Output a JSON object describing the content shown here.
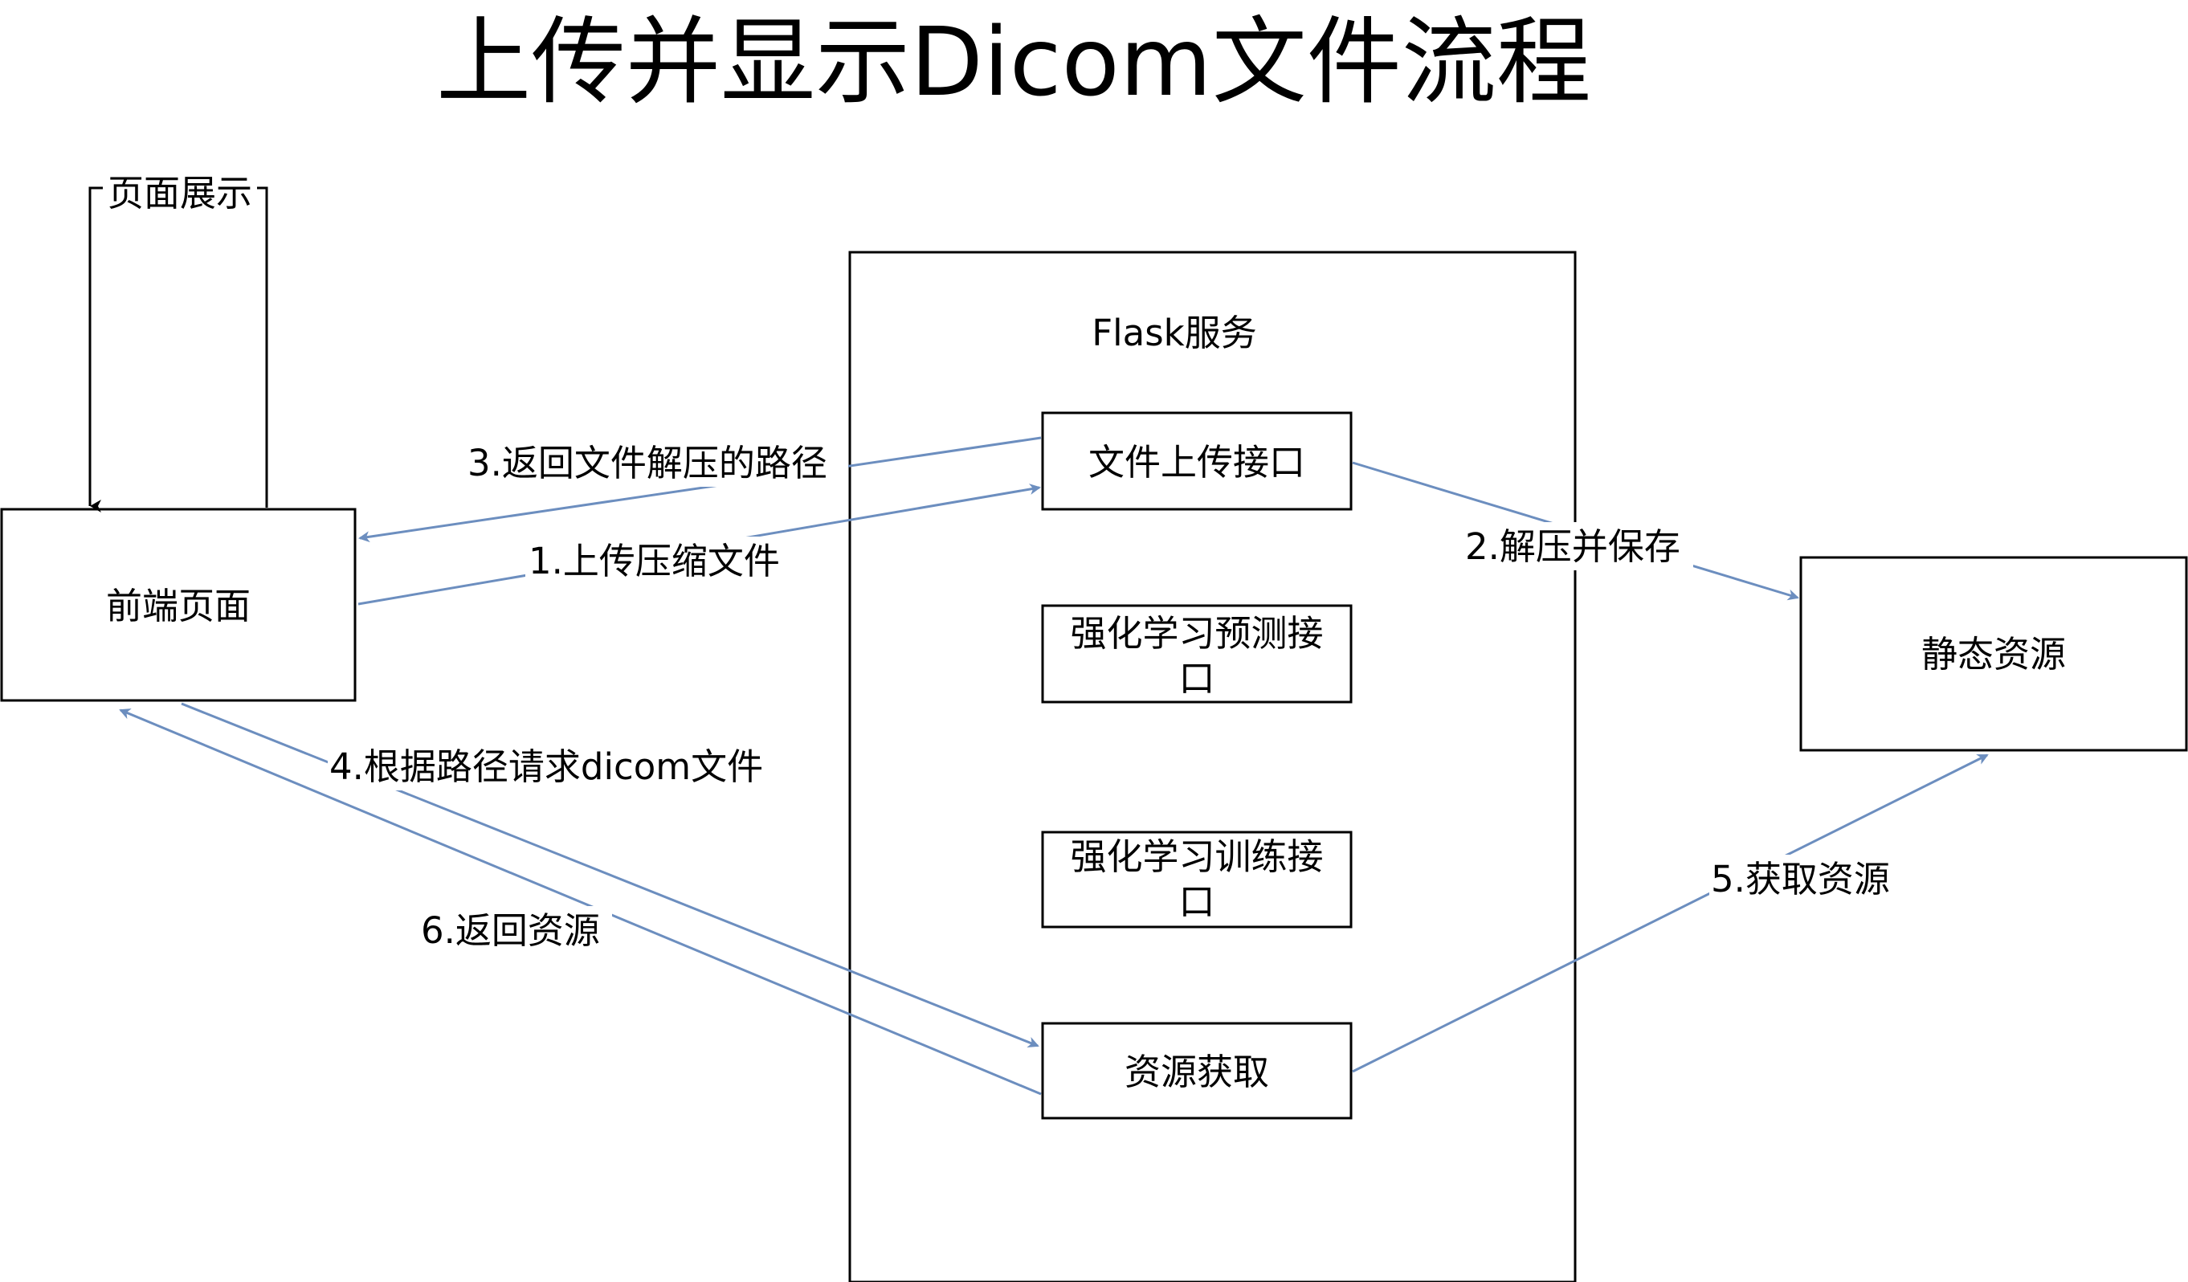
{
  "title": "上传并显示Dicom文件流程",
  "nodes": {
    "frontend_page": "前端页面",
    "flask_service": "Flask服务",
    "upload_api": "文件上传接口",
    "rl_predict_api_line1": "强化学习预测接",
    "rl_predict_api_line2": "口",
    "rl_train_api_line1": "强化学习训练接",
    "rl_train_api_line2": "口",
    "resource_fetch": "资源获取",
    "static_resources": "静态资源"
  },
  "edges": {
    "page_display": "页面展示",
    "step1": "1.上传压缩文件",
    "step2": "2.解压并保存",
    "step3": "3.返回文件解压的路径",
    "step4": "4.根据路径请求dicom文件",
    "step5": "5.获取资源",
    "step6": "6.返回资源"
  },
  "colors": {
    "arrow_blue": "#6c8ebf",
    "arrow_black": "#000000",
    "box_stroke": "#000000"
  }
}
